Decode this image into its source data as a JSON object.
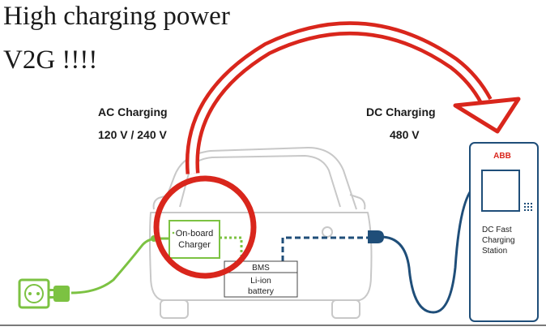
{
  "headline": {
    "line1": "High charging power",
    "line2": "V2G !!!!"
  },
  "ac_charging": {
    "title": "AC Charging",
    "voltage": "120 V / 240 V"
  },
  "dc_charging": {
    "title": "DC Charging",
    "voltage": "480 V"
  },
  "onboard_charger": {
    "line1": "On-board",
    "line2": "Charger"
  },
  "battery_box": {
    "bms": "BMS",
    "line1": "Li-ion",
    "line2": "battery"
  },
  "station": {
    "brand": "ABB",
    "line1": "DC Fast",
    "line2": "Charging",
    "line3": "Station"
  },
  "colors": {
    "highlight_red": "#d9261c",
    "ac_green": "#7cc242",
    "dc_blue": "#1f4e79",
    "car_outline": "#c8c8c8"
  }
}
